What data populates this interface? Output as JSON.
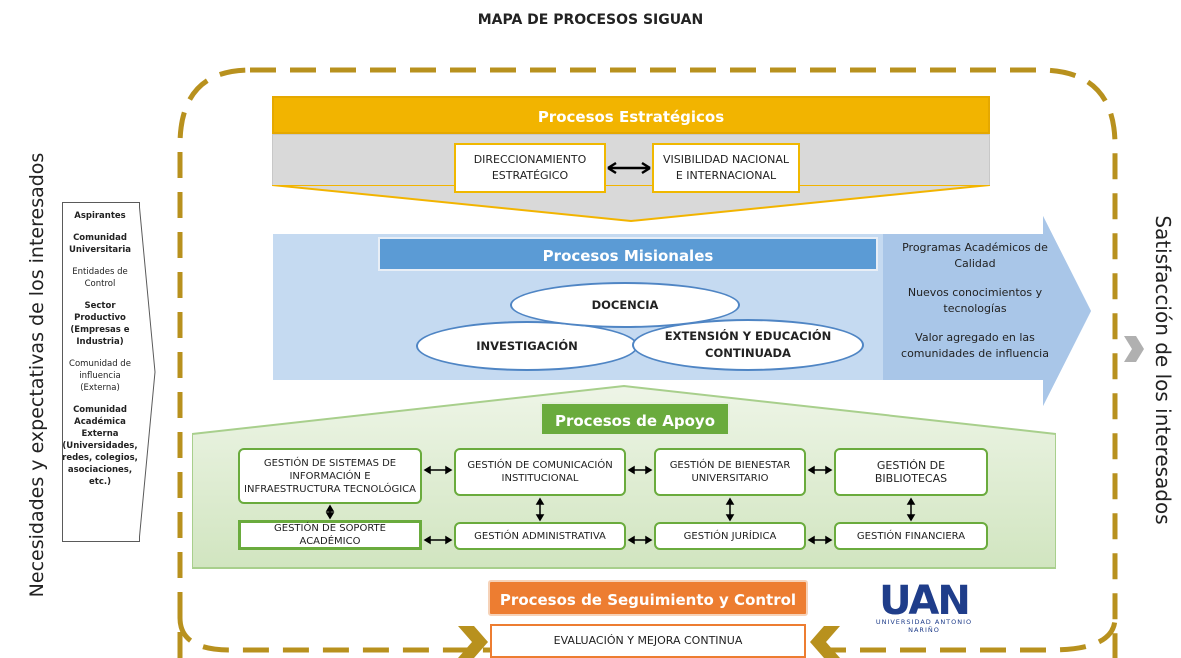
{
  "title": "MAPA DE PROCESOS SIGUAN",
  "left_label": "Necesidades y expectativas de los interesados",
  "right_label": "Satisfacción de los interesados",
  "stakeholders": [
    "Aspirantes",
    "Comunidad Universitaria",
    "Entidades de Control",
    "Sector Productivo (Empresas e Industria)",
    "Comunidad de influencia (Externa)",
    "Comunidad Académica Externa (Universidades, redes, colegios, asociaciones, etc.)"
  ],
  "estrategicos": {
    "label": "Procesos Estratégicos",
    "boxes": [
      "DIRECCIONAMIENTO ESTRATÉGICO",
      "VISIBILIDAD NACIONAL E INTERNACIONAL"
    ]
  },
  "misionales": {
    "label": "Procesos Misionales",
    "ellipses": [
      "DOCENCIA",
      "INVESTIGACIÓN",
      "EXTENSIÓN Y EDUCACIÓN CONTINUADA"
    ],
    "outcomes": [
      "Programas Académicos de Calidad",
      "Nuevos conocimientos y tecnologías",
      "Valor agregado en las comunidades de influencia"
    ]
  },
  "apoyo": {
    "label": "Procesos de Apoyo",
    "top_row": [
      "GESTIÓN DE SISTEMAS DE INFORMACIÓN E INFRAESTRUCTURA TECNOLÓGICA",
      "GESTIÓN DE COMUNICACIÓN INSTITUCIONAL",
      "GESTIÓN DE BIENESTAR UNIVERSITARIO",
      "GESTIÓN DE BIBLIOTECAS"
    ],
    "bottom_row": [
      "GESTIÓN DE SOPORTE ACADÉMICO",
      "GESTIÓN ADMINISTRATIVA",
      "GESTIÓN JURÍDICA",
      "GESTIÓN FINANCIERA"
    ]
  },
  "seguimiento": {
    "label": "Procesos de Seguimiento y Control",
    "box": "EVALUACIÓN Y MEJORA CONTINUA"
  },
  "logo": {
    "main": "UAN",
    "sub": "UNIVERSIDAD ANTONIO NARIÑO"
  },
  "colors": {
    "dashed_border": "#b8911e",
    "estrategicos": "#f2b400",
    "misionales": "#5b9bd5",
    "apoyo": "#6aab3d",
    "seguimiento": "#ed7d31",
    "logo": "#1f3d8a"
  }
}
